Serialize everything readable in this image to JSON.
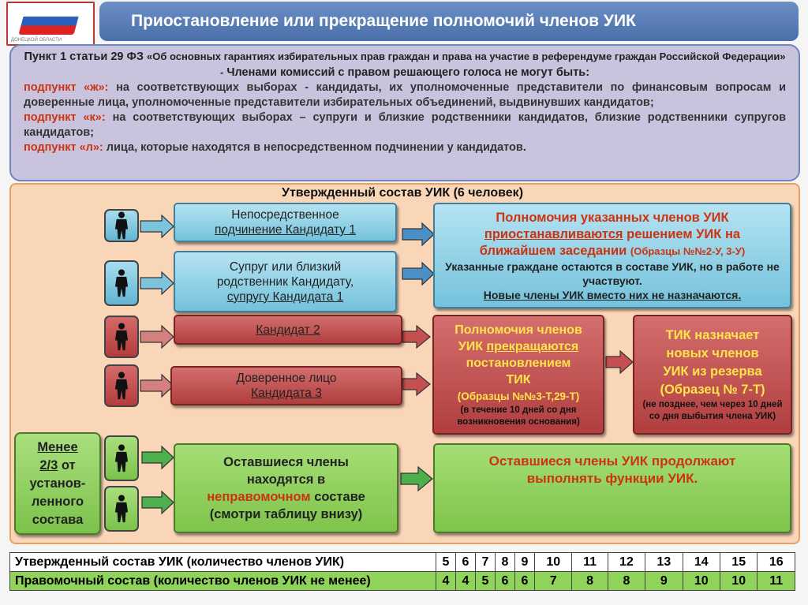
{
  "header": {
    "title": "Приостановление или прекращение полномочий членов УИК"
  },
  "logo": {
    "caption": "ДОНЕЦКОЙ ОБЛАСТИ"
  },
  "law": {
    "intro": "Пункт 1 статьи 29 ФЗ",
    "intro_quote": "«Об основных гарантиях избирательных прав граждан и права на участие в референдуме граждан Российской Федерации» -",
    "intro_end": "Членами комиссий с правом решающего голоса не могут быть:",
    "items": [
      {
        "label": "подпункт «ж»:",
        "text": "на соответствующих выборах - кандидаты, их уполномоченные представители по финансовым вопросам и доверенные лица, уполномоченные представители избирательных объединений, выдвинувших кандидатов;"
      },
      {
        "label": "подпункт «к»:",
        "text": "на соответствующих выборах – супруги и близкие родственники кандидатов, близкие родственники супругов кандидатов;"
      },
      {
        "label": "подпункт «л»:",
        "text": "лица, которые находятся в непосредственном подчинении у кандидатов."
      }
    ]
  },
  "main": {
    "title": "Утвержденный состав УИК (6 человек)",
    "row1_a": "Непосредственное",
    "row1_b": "подчинение Кандидату 1",
    "row2_a": "Супруг или близкий",
    "row2_b": "родственник Кандидату,",
    "row2_c": "супругу Кандидата 1",
    "row3": "Кандидат 2",
    "row4_a": "Доверенное лицо",
    "row4_b": "Кандидата 3",
    "minority_a": "Менее",
    "minority_b": "2/3",
    "minority_c": "от",
    "minority_d": "установ-",
    "minority_e": "ленного",
    "minority_f": "состава",
    "remaining_a": "Оставшиеся члены",
    "remaining_b": "находятся в",
    "remaining_c": "неправомочном",
    "remaining_d": "составе",
    "remaining_e": "(смотри таблицу внизу)",
    "suspend_a": "Полномочия указанных членов УИК",
    "suspend_b": "приостанавливаются",
    "suspend_c": "решением УИК на",
    "suspend_d": "ближайшем заседании",
    "suspend_e": "(Образцы №№2-У, 3-У)",
    "suspend_f": "Указанные граждане остаются в составе УИК, но в работе не участвуют.",
    "suspend_g": "Новые члены УИК вместо них не назначаются.",
    "terminate_a": "Полномочия членов",
    "terminate_b": "УИК",
    "terminate_c": "прекращаются",
    "terminate_d": "постановлением",
    "terminate_e": "ТИК",
    "terminate_f": "(Образцы №№3-Т,29-Т)",
    "terminate_g": "(в течение 10 дней со дня возникновения основания)",
    "tik_a": "ТИК назначает",
    "tik_b": "новых членов",
    "tik_c": "УИК из резерва",
    "tik_d": "(Образец № 7-Т)",
    "tik_e": "(не позднее, чем через 10 дней со дня выбытия члена УИК)",
    "continue_a": "Оставшиеся члены УИК продолжают",
    "continue_b": "выполнять функции УИК."
  },
  "table": {
    "row1_label": "Утвержденный состав УИК (количество членов УИК)",
    "row1_values": [
      "5",
      "6",
      "7",
      "8",
      "9",
      "10",
      "11",
      "12",
      "13",
      "14",
      "15",
      "16"
    ],
    "row2_label": "Правомочный состав (количество членов УИК не менее)",
    "row2_values": [
      "4",
      "4",
      "5",
      "6",
      "6",
      "7",
      "8",
      "8",
      "9",
      "10",
      "10",
      "11"
    ]
  }
}
